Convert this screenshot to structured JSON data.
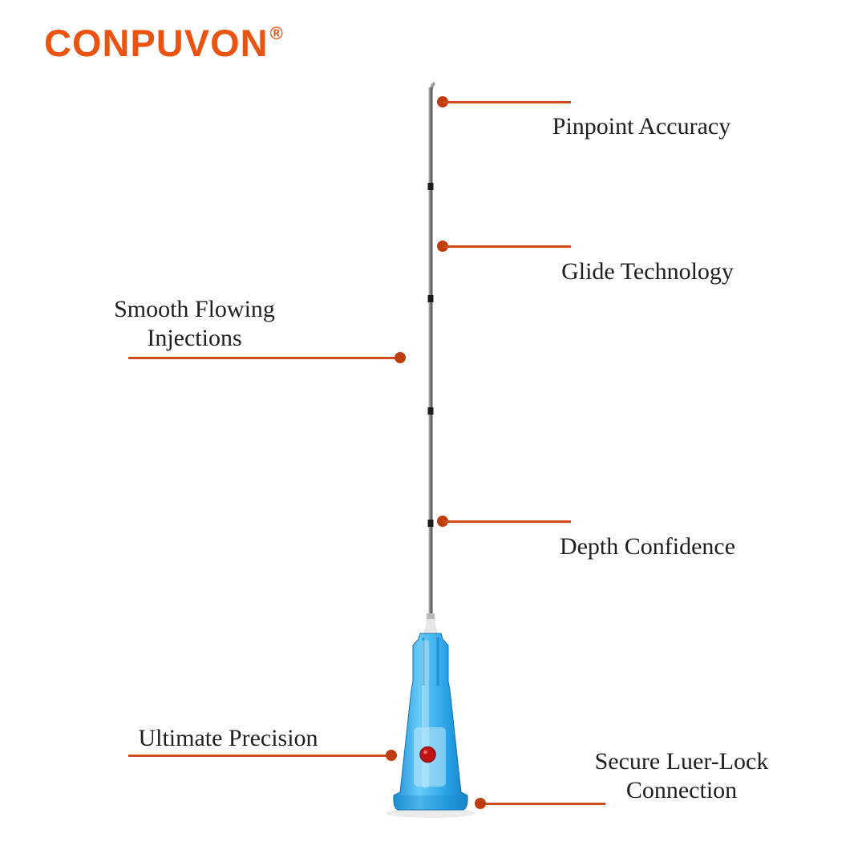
{
  "brand": {
    "name": "CONPUVON",
    "registered_mark": "®"
  },
  "colors": {
    "accent_orange": "#EB5310",
    "leader_line": "#CF4A1C",
    "dot_color": "#BF3C0D",
    "text_color": "#1F1F1F",
    "hub_blue": "#2BA7EC",
    "hub_blue_dark": "#1581C4",
    "hub_blue_light": "#7FD4FF",
    "needle_gray": "#7D7D7D",
    "marker_black": "#1C1C1C",
    "red_dot": "#C11212",
    "background": "#FFFFFF"
  },
  "illustration": {
    "name": "micro-cannula-needle-with-blue-luer-lock-hub",
    "depth_marker_count": 4
  },
  "callouts": [
    {
      "id": "pinpoint-accuracy",
      "label": "Pinpoint Accuracy",
      "side": "right"
    },
    {
      "id": "glide-technology",
      "label": "Glide Technology",
      "side": "right"
    },
    {
      "id": "smooth-flowing-injections",
      "label": "Smooth Flowing\nInjections",
      "side": "left"
    },
    {
      "id": "depth-confidence",
      "label": "Depth Confidence",
      "side": "right"
    },
    {
      "id": "ultimate-precision",
      "label": "Ultimate Precision",
      "side": "left"
    },
    {
      "id": "secure-luer-lock",
      "label": "Secure Luer-Lock\nConnection",
      "side": "right"
    }
  ]
}
